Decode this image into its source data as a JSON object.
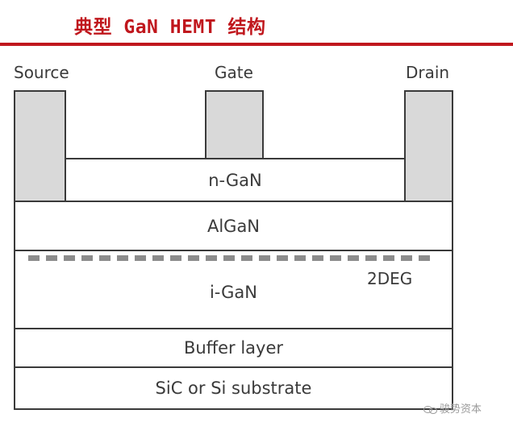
{
  "title": "典型 GaN HEMT 结构",
  "electrodes": {
    "source": "Source",
    "gate": "Gate",
    "drain": "Drain"
  },
  "layers": {
    "n_gan": "n-GaN",
    "algan": "AlGaN",
    "i_gan": "i-GaN",
    "buffer": "Buffer layer",
    "substrate": "SiC or Si substrate"
  },
  "channel_label": "2DEG",
  "watermark": "骏势资本",
  "colors": {
    "title": "#c0171d",
    "contact_fill": "#d9d9d9",
    "outline": "#3a3a3a",
    "channel_dash": "#8c8c8c"
  }
}
